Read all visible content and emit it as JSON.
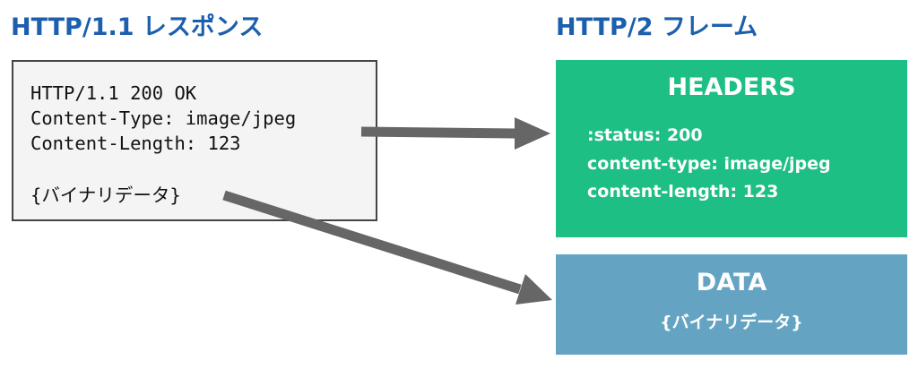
{
  "headings": {
    "http1": "HTTP/1.1 レスポンス",
    "http2": "HTTP/2 フレーム"
  },
  "http1_response": {
    "lines": [
      "HTTP/1.1 200 OK",
      "Content-Type: image/jpeg",
      "Content-Length: 123"
    ],
    "body": "{バイナリデータ}"
  },
  "headers_frame": {
    "title": "HEADERS",
    "fields": [
      ":status: 200",
      "content-type: image/jpeg",
      "content-length: 123"
    ]
  },
  "data_frame": {
    "title": "DATA",
    "body": "{バイナリデータ}"
  },
  "colors": {
    "heading": "#1b5fad",
    "headers_frame": "#1dbf84",
    "data_frame": "#64a4c2",
    "arrow": "#666666",
    "response_bg": "#f4f4f4",
    "response_border": "#444444"
  }
}
